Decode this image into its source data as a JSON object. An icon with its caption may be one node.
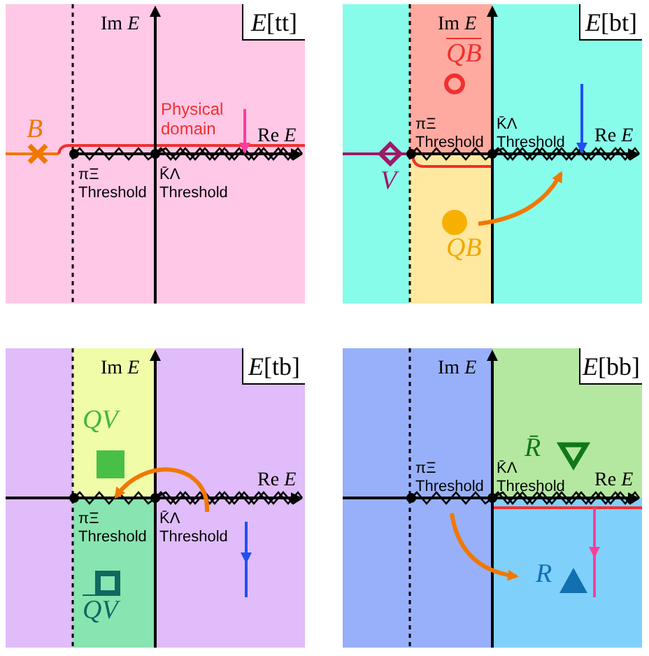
{
  "diagram": {
    "nodes": [
      {
        "text": [
          "*E*[tt]"
        ]
      },
      {
        "text": [
          "*E*[bt]"
        ]
      },
      {
        "text": [
          "*E*[tb]"
        ]
      },
      {
        "text": [
          "*E*[bb]"
        ]
      }
    ],
    "labels": [
      "Im *E*",
      "B",
      "Physical domain",
      "Re *E*",
      "πΞ Threshold",
      "K̄Λ Threshold",
      "Im *E*",
      "QB",
      "πΞ Threshold",
      "K̄Λ Threshold",
      "Re *E*",
      "V",
      "QB",
      "Im *E*",
      "QV",
      "Re *E*",
      "πΞ Threshold",
      "K̄Λ Threshold",
      "QV",
      "Im *E*",
      "R̄",
      "πΞ Threshold",
      "K̄Λ Threshold",
      "Re *E*",
      "R"
    ]
  }
}
